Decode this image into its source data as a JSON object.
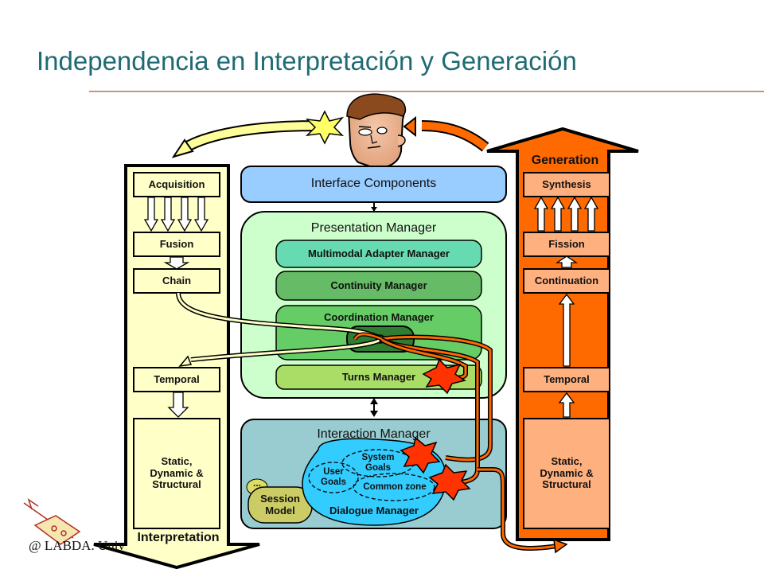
{
  "title": "Independencia en Interpretación y Generación",
  "footer": "@ LABDA. Univ",
  "interpretation": {
    "label": "Interpretation",
    "acquisition": "Acquisition",
    "fusion": "Fusion",
    "chain": "Chain",
    "temporal": "Temporal",
    "static_l1": "Static,",
    "static_l2": "Dynamic &",
    "static_l3": "Structural"
  },
  "generation": {
    "label": "Generation",
    "synthesis": "Synthesis",
    "fission": "Fission",
    "continuation": "Continuation",
    "temporal": "Temporal",
    "static_l1": "Static,",
    "static_l2": "Dynamic &",
    "static_l3": "Structural"
  },
  "center": {
    "interface_components": "Interface Components",
    "presentation_manager": "Presentation Manager",
    "multimodal_adapter_manager": "Multimodal Adapter Manager",
    "continuity_manager": "Continuity Manager",
    "coordination_manager": "Coordination Manager",
    "turns_manager": "Turns Manager",
    "interaction_manager": "Interaction Manager",
    "session_l1": "Session",
    "session_l2": "Model",
    "session_dots": "...",
    "system_goals_l1": "System",
    "system_goals_l2": "Goals",
    "user_goals_l1": "User",
    "user_goals_l2": "Goals",
    "common_zone": "Common zone",
    "dialogue_manager": "Dialogue Manager"
  },
  "colors": {
    "title": "#1f6b74",
    "interpretation_fill": "#ffffc8",
    "generation_fill": "#ff6a00",
    "generation_box": "#ffb07f",
    "interface_fill": "#99ccff",
    "presentation_fill": "#ccffcc",
    "interaction_fill": "#99ccd0",
    "dialogue_fill": "#33ccff"
  }
}
